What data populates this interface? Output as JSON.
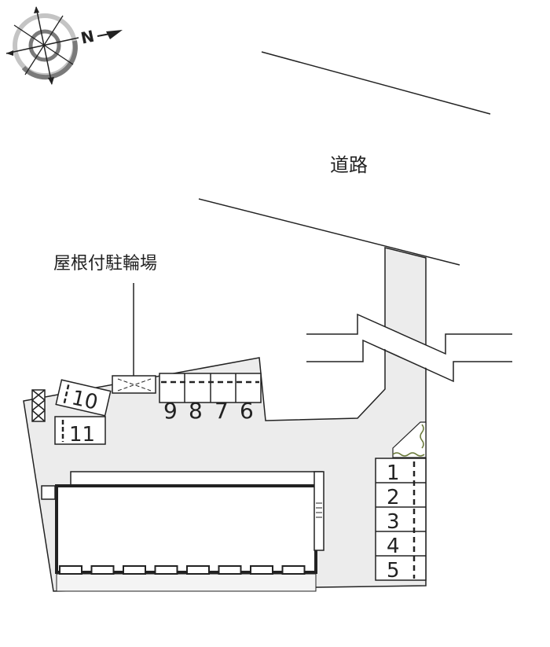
{
  "labels": {
    "road": "道路",
    "covered_bicycle_parking": "屋根付駐輪場",
    "compass_north": "N"
  },
  "parking_spaces": {
    "top_row": [
      "9",
      "8",
      "7",
      "6"
    ],
    "left": [
      "10",
      "11"
    ],
    "right_column": [
      "1",
      "2",
      "3",
      "4",
      "5"
    ]
  },
  "colors": {
    "lot_fill": "#ececec",
    "line": "#222222",
    "compass_light": "#bdbdbd",
    "compass_dark": "#777777"
  }
}
